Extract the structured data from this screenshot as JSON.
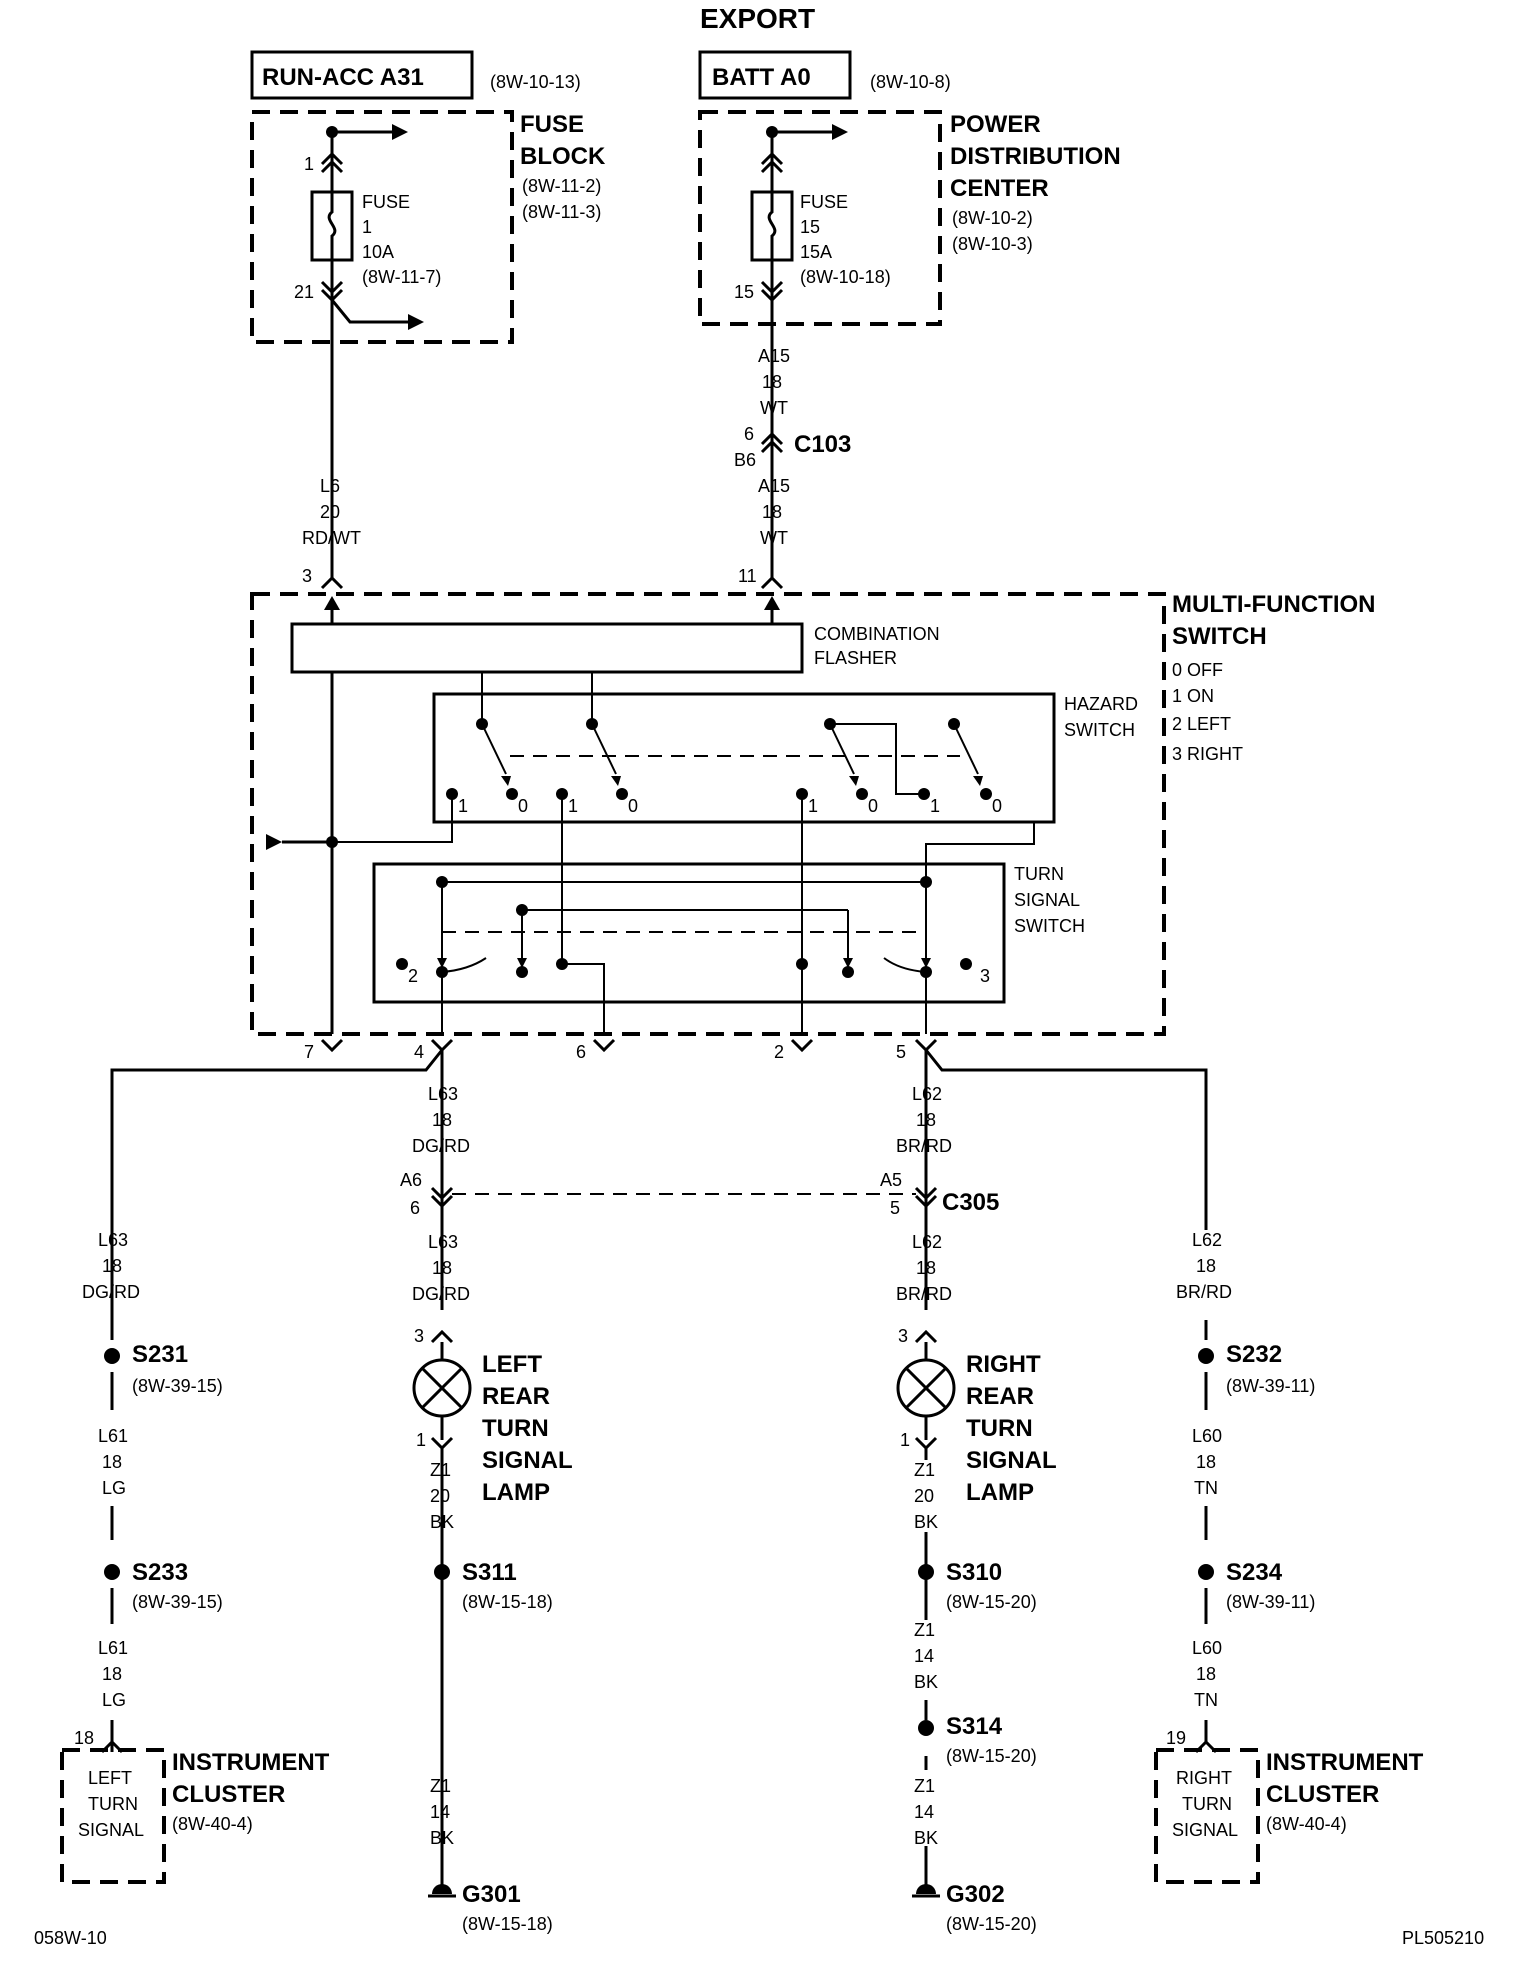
{
  "title": "EXPORT",
  "footer": {
    "left": "058W-10",
    "right": "PL505210"
  },
  "sources": [
    {
      "label": "RUN-ACC A31",
      "ref": "(8W-10-13)"
    },
    {
      "label": "BATT A0",
      "ref": "(8W-10-8)"
    }
  ],
  "fuse_block": {
    "title1": "FUSE",
    "title2": "BLOCK",
    "ref1": "(8W-11-2)",
    "ref2": "(8W-11-3)",
    "fuse": [
      "FUSE",
      "1",
      "10A",
      "(8W-11-7)"
    ],
    "pin_in": "1",
    "pin_out": "21"
  },
  "pdc": {
    "title1": "POWER",
    "title2": "DISTRIBUTION",
    "title3": "CENTER",
    "ref1": "(8W-10-2)",
    "ref2": "(8W-10-3)",
    "fuse": [
      "FUSE",
      "15",
      "15A",
      "(8W-10-18)"
    ],
    "pin_out": "15"
  },
  "wires": {
    "a15_top": [
      "A15",
      "18",
      "WT"
    ],
    "a15_bot": [
      "A15",
      "18",
      "WT"
    ],
    "l6": [
      "L6",
      "20",
      "RD/WT"
    ],
    "l63_mid": [
      "L63",
      "18",
      "DG/RD"
    ],
    "l63_low": [
      "L63",
      "18",
      "DG/RD"
    ],
    "l63_left": [
      "L63",
      "18",
      "DG/RD"
    ],
    "l61_a": [
      "L61",
      "18",
      "LG"
    ],
    "l61_b": [
      "L61",
      "18",
      "LG"
    ],
    "z1_left_a": [
      "Z1",
      "20",
      "BK"
    ],
    "z1_left_b": [
      "Z1",
      "14",
      "BK"
    ],
    "l62_mid": [
      "L62",
      "18",
      "BR/RD"
    ],
    "l62_low": [
      "L62",
      "18",
      "BR/RD"
    ],
    "l62_right": [
      "L62",
      "18",
      "BR/RD"
    ],
    "l60_a": [
      "L60",
      "18",
      "TN"
    ],
    "l60_b": [
      "L60",
      "18",
      "TN"
    ],
    "z1_right_a": [
      "Z1",
      "20",
      "BK"
    ],
    "z1_right_b": [
      "Z1",
      "14",
      "BK"
    ],
    "z1_right_c": [
      "Z1",
      "14",
      "BK"
    ]
  },
  "c103": {
    "label": "C103",
    "pin_a": "6",
    "pin_b": "B6"
  },
  "c305": {
    "label": "C305",
    "left_a": "A6",
    "left_b": "6",
    "right_a": "A5",
    "right_b": "5"
  },
  "mfs": {
    "title1": "MULTI-FUNCTION",
    "title2": "SWITCH",
    "legend": [
      "0 OFF",
      "1 ON",
      "2 LEFT",
      "3 RIGHT"
    ],
    "flasher1": "COMBINATION",
    "flasher2": "FLASHER",
    "hazard1": "HAZARD",
    "hazard2": "SWITCH",
    "turn1": "TURN",
    "turn2": "SIGNAL",
    "turn3": "SWITCH",
    "pin_in_left": "3",
    "pin_in_right": "11",
    "pins_out": [
      "7",
      "4",
      "6",
      "2",
      "5"
    ],
    "hazard_positions": [
      "1",
      "0",
      "1",
      "0",
      "1",
      "0",
      "1",
      "0"
    ],
    "turn_positions": [
      "2",
      "3"
    ]
  },
  "splices": [
    {
      "name": "S231",
      "ref": "(8W-39-15)"
    },
    {
      "name": "S233",
      "ref": "(8W-39-15)"
    },
    {
      "name": "S311",
      "ref": "(8W-15-18)"
    },
    {
      "name": "S310",
      "ref": "(8W-15-20)"
    },
    {
      "name": "S314",
      "ref": "(8W-15-20)"
    },
    {
      "name": "S232",
      "ref": "(8W-39-11)"
    },
    {
      "name": "S234",
      "ref": "(8W-39-11)"
    }
  ],
  "grounds": [
    {
      "name": "G301",
      "ref": "(8W-15-18)"
    },
    {
      "name": "G302",
      "ref": "(8W-15-20)"
    }
  ],
  "left_lamp": {
    "lines": [
      "LEFT",
      "REAR",
      "TURN",
      "SIGNAL",
      "LAMP"
    ],
    "pin_top": "3",
    "pin_bot": "1"
  },
  "right_lamp": {
    "lines": [
      "RIGHT",
      "REAR",
      "TURN",
      "SIGNAL",
      "LAMP"
    ],
    "pin_top": "3",
    "pin_bot": "1"
  },
  "left_cluster": {
    "title1": "INSTRUMENT",
    "title2": "CLUSTER",
    "ref": "(8W-40-4)",
    "inner": [
      "LEFT",
      "TURN",
      "SIGNAL"
    ],
    "pin": "18"
  },
  "right_cluster": {
    "title1": "INSTRUMENT",
    "title2": "CLUSTER",
    "ref": "(8W-40-4)",
    "inner": [
      "RIGHT",
      "TURN",
      "SIGNAL"
    ],
    "pin": "19"
  }
}
